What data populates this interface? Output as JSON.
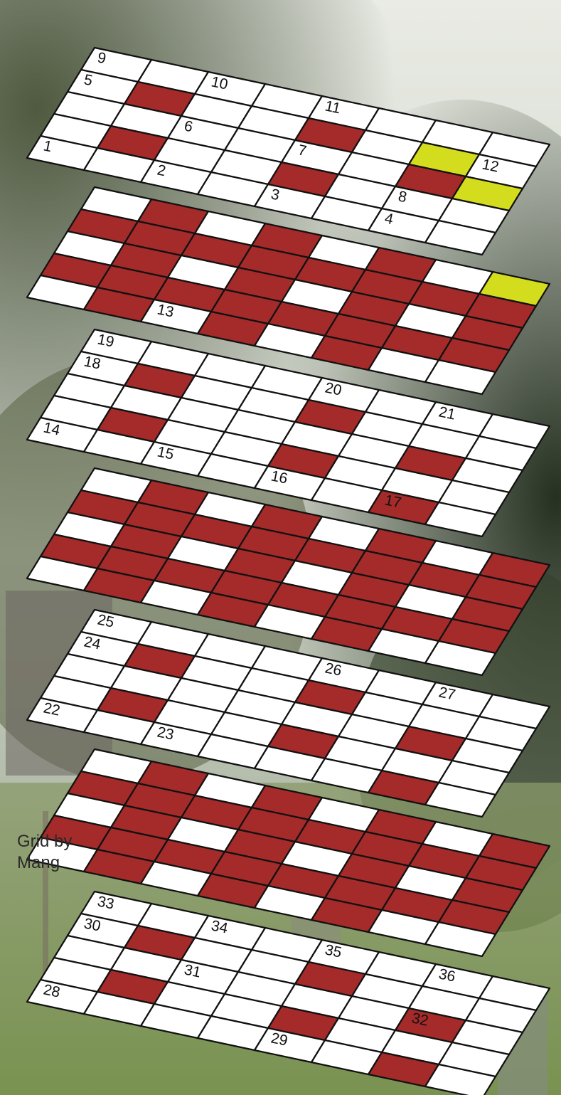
{
  "puzzle": {
    "credit": "Grid by\nMang",
    "colors": {
      "white": "#ffffff",
      "black_square": "#a52a2a",
      "highlight": "#d4dd1d",
      "grid_line": "#111111"
    },
    "layers": [
      {
        "rows": [
          "W.W.W.W.",
          ".B.WB.YW",
          "W.W.W.BY",
          ".BW.BW.W",
          "W.W.W.W."
        ],
        "labels": [
          {
            "n": "9",
            "r": 0,
            "c": 0
          },
          {
            "n": "10",
            "r": 0,
            "c": 2
          },
          {
            "n": "11",
            "r": 0,
            "c": 4
          },
          {
            "n": "12",
            "r": 1,
            "c": 7
          },
          {
            "n": "5",
            "r": 1,
            "c": 0
          },
          {
            "n": "6",
            "r": 2,
            "c": 2
          },
          {
            "n": "7",
            "r": 2,
            "c": 4
          },
          {
            "n": "8",
            "r": 3,
            "c": 6
          },
          {
            "n": "1",
            "r": 4,
            "c": 0
          },
          {
            "n": "2",
            "r": 4,
            "c": 2
          },
          {
            "n": "3",
            "r": 4,
            "c": 4
          },
          {
            "n": "4",
            "r": 4,
            "c": 6
          }
        ]
      },
      {
        "rows": [
          "WBWBWBWY",
          "BBBBBBBB",
          "WBWBWBWB",
          "BBBBBBBB",
          "WBWBWBWW"
        ],
        "labels": [
          {
            "n": "13",
            "r": 4,
            "c": 2
          }
        ]
      },
      {
        "rows": [
          "WWWWWWWW",
          "WBWWBWWW",
          "WWWWWWBW",
          "WBWWBWWW",
          "WWWWWWBW"
        ],
        "labels": [
          {
            "n": "19",
            "r": 0,
            "c": 0
          },
          {
            "n": "20",
            "r": 0,
            "c": 4
          },
          {
            "n": "21",
            "r": 0,
            "c": 6
          },
          {
            "n": "18",
            "r": 1,
            "c": 0
          },
          {
            "n": "14",
            "r": 4,
            "c": 0
          },
          {
            "n": "15",
            "r": 4,
            "c": 2
          },
          {
            "n": "16",
            "r": 4,
            "c": 4
          },
          {
            "n": "17",
            "r": 4,
            "c": 6
          }
        ]
      },
      {
        "rows": [
          "WBWBWBWB",
          "BBBBBBBB",
          "WBWBWBWB",
          "BBBBBBBB",
          "WBWBWBWW"
        ],
        "labels": []
      },
      {
        "rows": [
          "WWWWWWWW",
          "WBWWBWWW",
          "WWWWWWBW",
          "WBWWBWWW",
          "WWWWWWBW"
        ],
        "labels": [
          {
            "n": "25",
            "r": 0,
            "c": 0
          },
          {
            "n": "26",
            "r": 0,
            "c": 4
          },
          {
            "n": "27",
            "r": 0,
            "c": 6
          },
          {
            "n": "24",
            "r": 1,
            "c": 0
          },
          {
            "n": "22",
            "r": 4,
            "c": 0
          },
          {
            "n": "23",
            "r": 4,
            "c": 2
          }
        ]
      },
      {
        "rows": [
          "WBWBWBWB",
          "BBBBBBBB",
          "WBWBWBWB",
          "BBBBBBBB",
          "WBWBWBWW"
        ],
        "labels": []
      },
      {
        "rows": [
          "WWWWWWWW",
          "WBWWBWWW",
          "WWWWWWBW",
          "WBWWBWWW",
          "WWWWWWBW"
        ],
        "labels": [
          {
            "n": "33",
            "r": 0,
            "c": 0
          },
          {
            "n": "34",
            "r": 0,
            "c": 2
          },
          {
            "n": "35",
            "r": 0,
            "c": 4
          },
          {
            "n": "36",
            "r": 0,
            "c": 6
          },
          {
            "n": "30",
            "r": 1,
            "c": 0
          },
          {
            "n": "31",
            "r": 2,
            "c": 2
          },
          {
            "n": "32",
            "r": 2,
            "c": 6
          },
          {
            "n": "28",
            "r": 4,
            "c": 0
          },
          {
            "n": "29",
            "r": 4,
            "c": 4
          }
        ]
      }
    ]
  }
}
